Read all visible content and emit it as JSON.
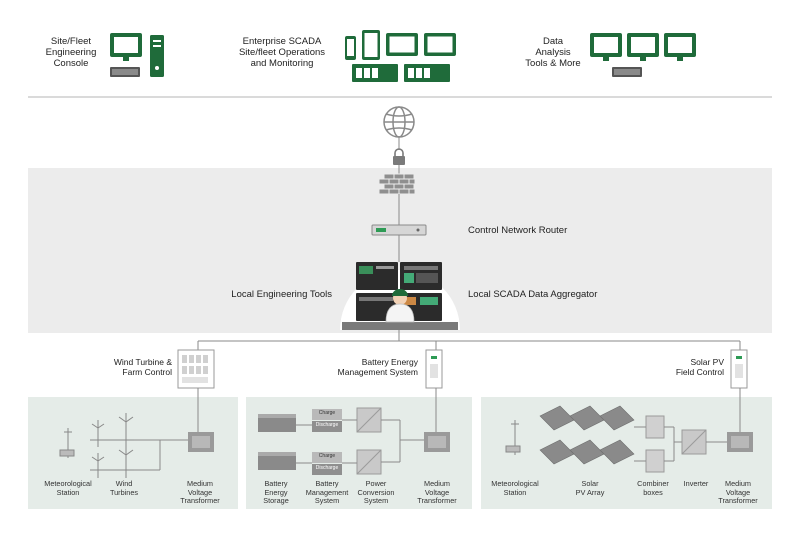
{
  "top_tier": {
    "site_fleet": "Site/Fleet\nEngineering\nConsole",
    "enterprise": "Enterprise SCADA\nSite/fleet Operations\nand Monitoring",
    "data_analysis": "Data\nAnalysis\nTools & More"
  },
  "control_network": {
    "router_label": "Control Network Router",
    "local_tools_label": "Local Engineering Tools",
    "aggregator_label": "Local SCADA Data Aggregator"
  },
  "controllers": {
    "wind": "Wind Turbine &\nFarm Control",
    "battery": "Battery Energy\nManagement System",
    "solar": "Solar PV\nField Control"
  },
  "wind_site": {
    "met_station": "Meteorological\nStation",
    "turbines": "Wind\nTurbines",
    "transformer": "Medium\nVoltage\nTransformer"
  },
  "battery_site": {
    "storage": "Battery\nEnergy\nStorage",
    "mgmt": "Battery\nManagement\nSystem",
    "pcs": "Power\nConversion\nSystem",
    "transformer": "Medium\nVoltage\nTransformer",
    "charge": "Charge",
    "discharge": "Discharge"
  },
  "solar_site": {
    "met_station": "Meteorological\nStation",
    "pv_array": "Solar\nPV Array",
    "combiner": "Combiner\nboxes",
    "inverter": "Inverter",
    "transformer": "Medium\nVoltage\nTransformer"
  },
  "colors": {
    "green": "#1f6b3a",
    "band": "#ececec",
    "site_panel": "#e5ece8",
    "line": "#8a8a8a",
    "device": "#9a9a9a"
  }
}
